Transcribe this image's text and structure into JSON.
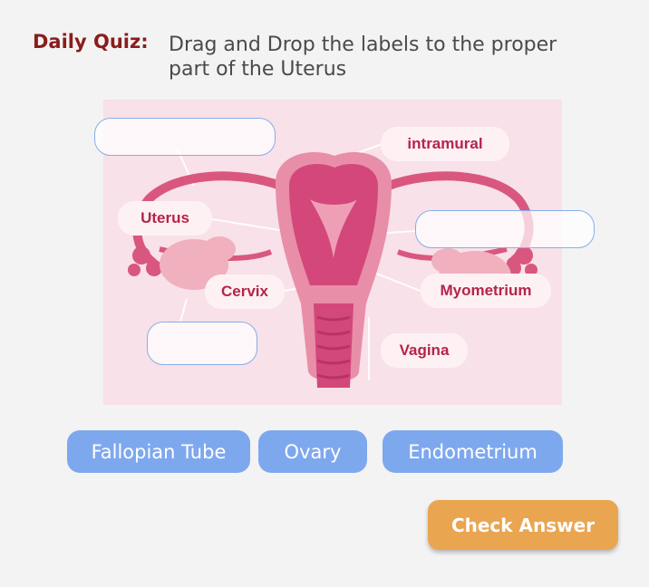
{
  "header": {
    "label": "Daily Quiz:",
    "instruction": "Drag and Drop the labels to the proper part of the Uterus"
  },
  "diagram": {
    "labels": {
      "intramural": "intramural",
      "uterus": "Uterus",
      "cervix": "Cervix",
      "myometrium": "Myometrium",
      "vagina": "Vagina"
    },
    "drop_zones": [
      "",
      "",
      ""
    ]
  },
  "drag_options": [
    "Fallopian Tube",
    "Ovary",
    "Endometrium"
  ],
  "actions": {
    "check_answer": "Check Answer"
  },
  "colors": {
    "title": "#8b1c1c",
    "chip": "#7ea8ee",
    "check_button": "#eaa551",
    "label_text": "#b5244a",
    "diagram_bg": "#f8e1e8",
    "drop_zone_border": "#86aee9"
  }
}
